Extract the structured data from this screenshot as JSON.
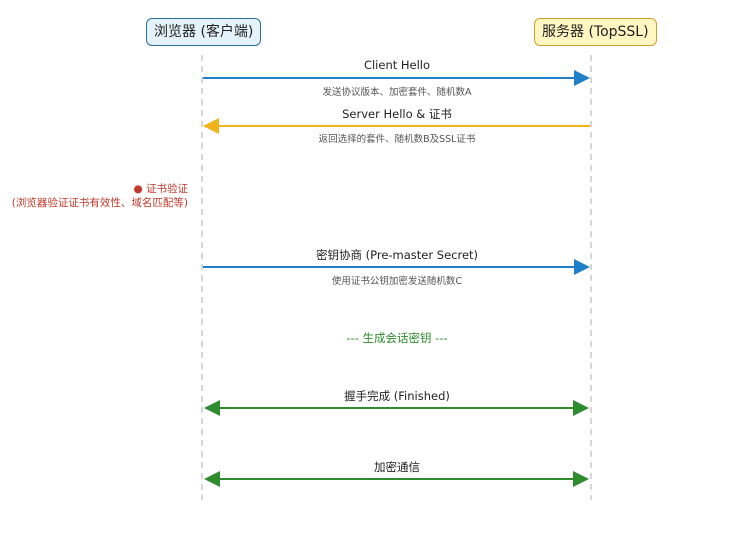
{
  "participants": {
    "client": "浏览器 (客户端)",
    "server": "服务器 (TopSSL)"
  },
  "messages": [
    {
      "label": "Client Hello",
      "sub": "发送协议版本、加密套件、随机数A",
      "direction": "client-to-server",
      "color": "#1f7fc7"
    },
    {
      "label": "Server Hello & 证书",
      "sub": "返回选择的套件、随机数B及SSL证书",
      "direction": "server-to-client",
      "color": "#f1b31c"
    },
    {
      "label": "密钥协商 (Pre-master Secret)",
      "sub": "使用证书公钥加密发送随机数C",
      "direction": "client-to-server",
      "color": "#1f7fc7"
    },
    {
      "label": "握手完成 (Finished)",
      "sub": "",
      "direction": "both",
      "color": "#2e8b2e"
    },
    {
      "label": "加密通信",
      "sub": "",
      "direction": "both",
      "color": "#2e8b2e"
    }
  ],
  "verification": {
    "title": "● 证书验证",
    "detail": "(浏览器验证证书有效性、域名匹配等)"
  },
  "key_note": "--- 生成会话密钥 ---",
  "colors": {
    "lifeline": "#bbbbbb",
    "client_box_bg": "#e3f2fb",
    "server_box_bg": "#fff6c2",
    "alert": "#c0392b"
  }
}
